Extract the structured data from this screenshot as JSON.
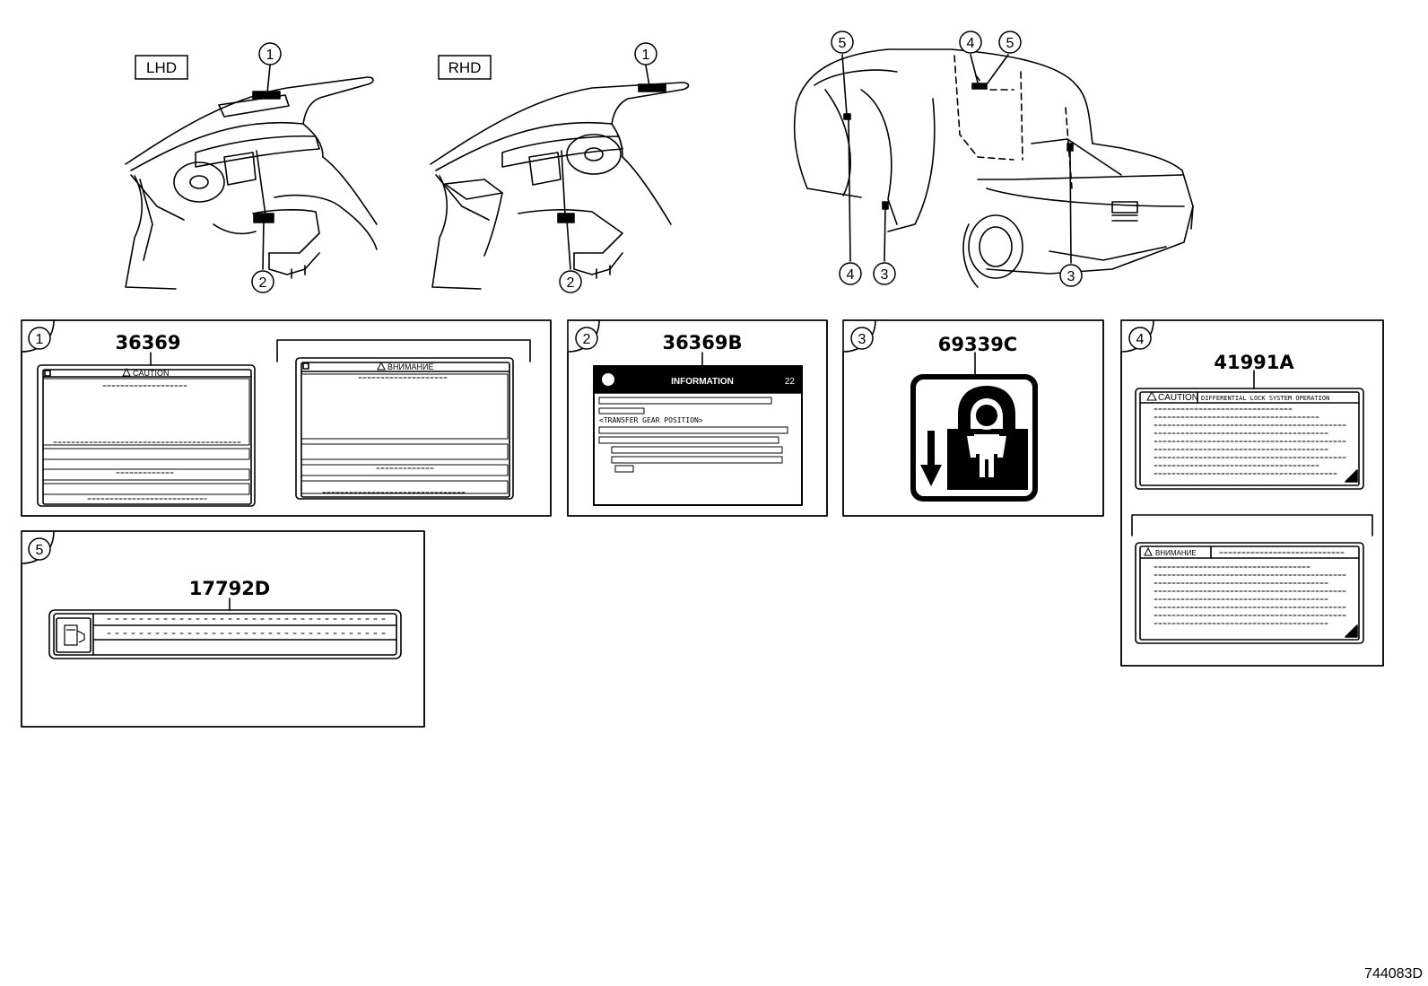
{
  "views": {
    "lhd_label": "LHD",
    "rhd_label": "RHD"
  },
  "callouts": {
    "c1": "1",
    "c2": "2",
    "c3": "3",
    "c4": "4",
    "c5": "5"
  },
  "panels": {
    "p1": {
      "number": "1",
      "part_code": "36369",
      "label_a_heading": "CAUTION",
      "label_b_heading": "ВНИМАНИЕ"
    },
    "p2": {
      "number": "2",
      "part_code": "36369B",
      "header": "INFORMATION",
      "header_number": "22",
      "sub_heading": "<TRANSFER GEAR POSITION>"
    },
    "p3": {
      "number": "3",
      "part_code": "69339C"
    },
    "p4": {
      "number": "4",
      "part_code": "41991A",
      "label_a_heading": "CAUTION",
      "label_a_title": "DIFFERENTIAL LOCK SYSTEM OPERATION",
      "label_b_heading": "ВНИМАНИЕ"
    },
    "p5": {
      "number": "5",
      "part_code": "17792D"
    }
  },
  "figure_id": "744083D",
  "colors": {
    "ink": "#000000",
    "paper": "#ffffff"
  },
  "icons": [
    "child-lock-icon",
    "caution-triangle-icon",
    "fuel-filler-icon",
    "down-arrow-icon"
  ]
}
